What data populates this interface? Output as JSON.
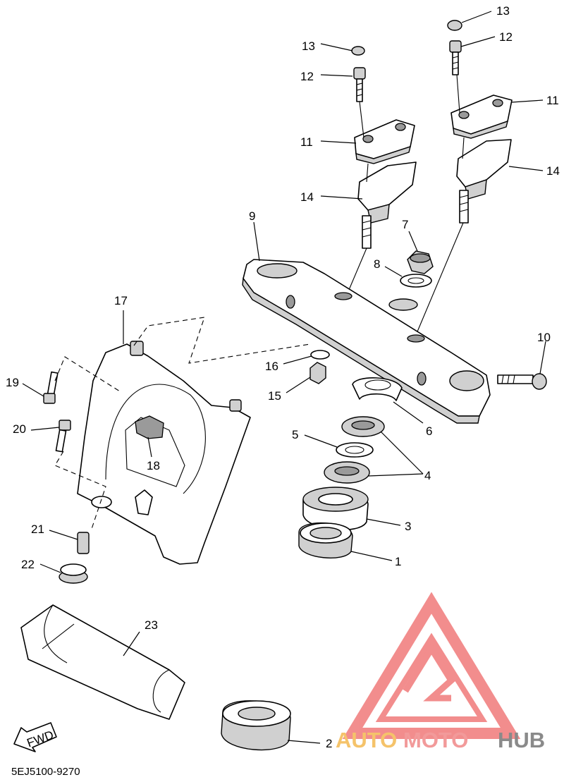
{
  "callouts": {
    "c1": "1",
    "c2": "2",
    "c3": "3",
    "c4": "4",
    "c5": "5",
    "c6": "6",
    "c7": "7",
    "c8": "8",
    "c9": "9",
    "c10": "10",
    "c11a": "11",
    "c11b": "11",
    "c12a": "12",
    "c12b": "12",
    "c13a": "13",
    "c13b": "13",
    "c14a": "14",
    "c14b": "14",
    "c15": "15",
    "c16": "16",
    "c17": "17",
    "c18": "18",
    "c19": "19",
    "c20": "20",
    "c21": "21",
    "c22": "22",
    "c23": "23"
  },
  "fwd_label": "FWD",
  "drawing_code": "5EJ5100-9270",
  "watermark": {
    "part1": "AUTO",
    "part2": "MOTO",
    "part3": "HUB",
    "colors": {
      "auto": "#f5c36a",
      "moto": "#f29a9a",
      "hub": "#8a8a8a",
      "triangle": "#f07a7a"
    }
  }
}
